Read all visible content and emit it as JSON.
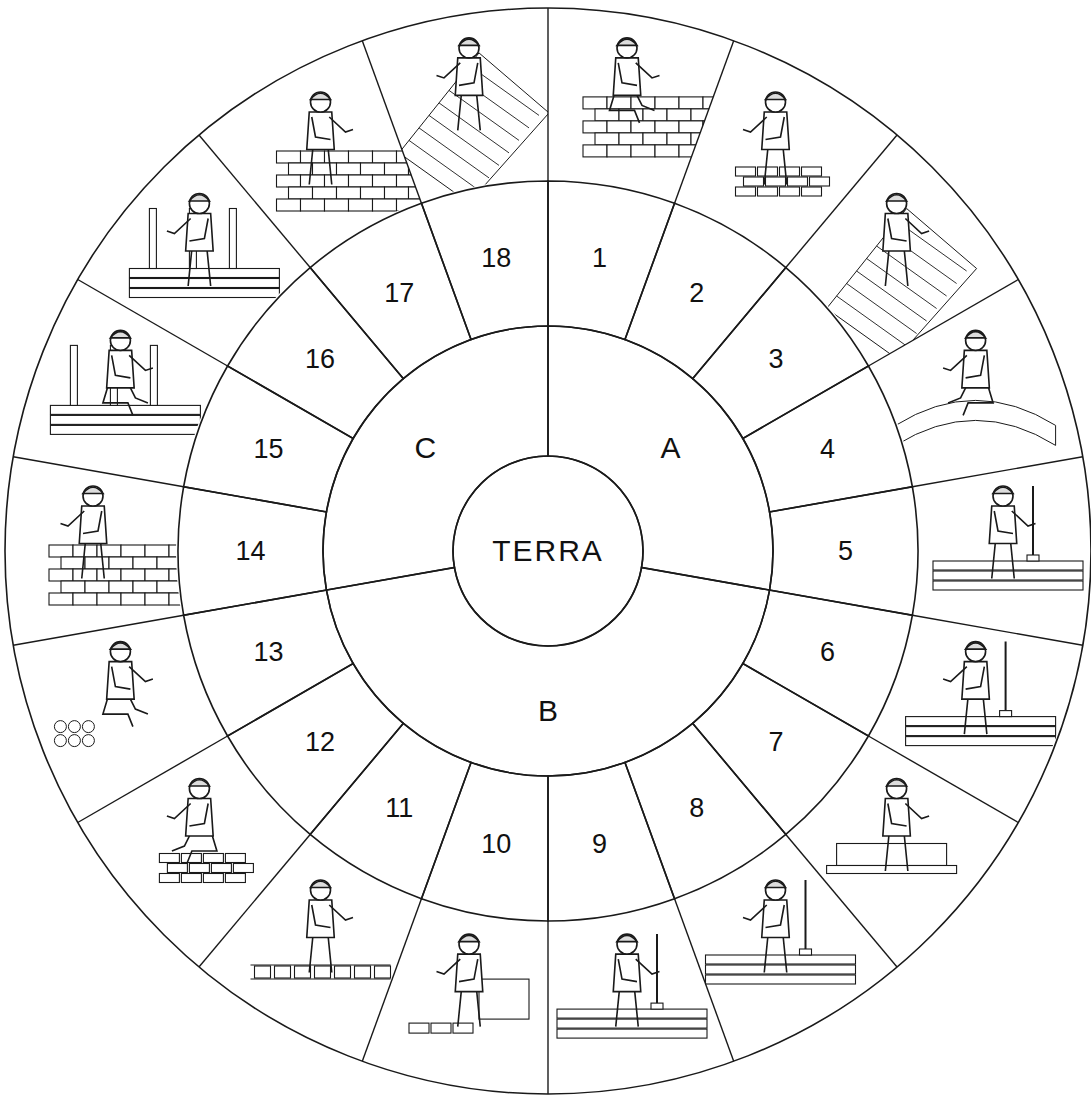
{
  "diagram": {
    "nodes": [
      {
        "text": [
          "TERRA"
        ]
      },
      {
        "text": [
          "A"
        ]
      },
      {
        "text": [
          "B"
        ]
      },
      {
        "text": [
          "C"
        ]
      },
      {
        "text": [
          "1"
        ]
      },
      {
        "text": [
          "2"
        ]
      },
      {
        "text": [
          "3"
        ]
      },
      {
        "text": [
          "4"
        ]
      },
      {
        "text": [
          "5"
        ]
      },
      {
        "text": [
          "6"
        ]
      },
      {
        "text": [
          "7"
        ]
      },
      {
        "text": [
          "8"
        ]
      },
      {
        "text": [
          "9"
        ]
      },
      {
        "text": [
          "10"
        ]
      },
      {
        "text": [
          "11"
        ]
      },
      {
        "text": [
          "12"
        ]
      },
      {
        "text": [
          "13"
        ]
      },
      {
        "text": [
          "14"
        ]
      },
      {
        "text": [
          "15"
        ]
      },
      {
        "text": [
          "16"
        ]
      },
      {
        "text": [
          "17"
        ]
      },
      {
        "text": [
          "18"
        ]
      }
    ]
  }
}
